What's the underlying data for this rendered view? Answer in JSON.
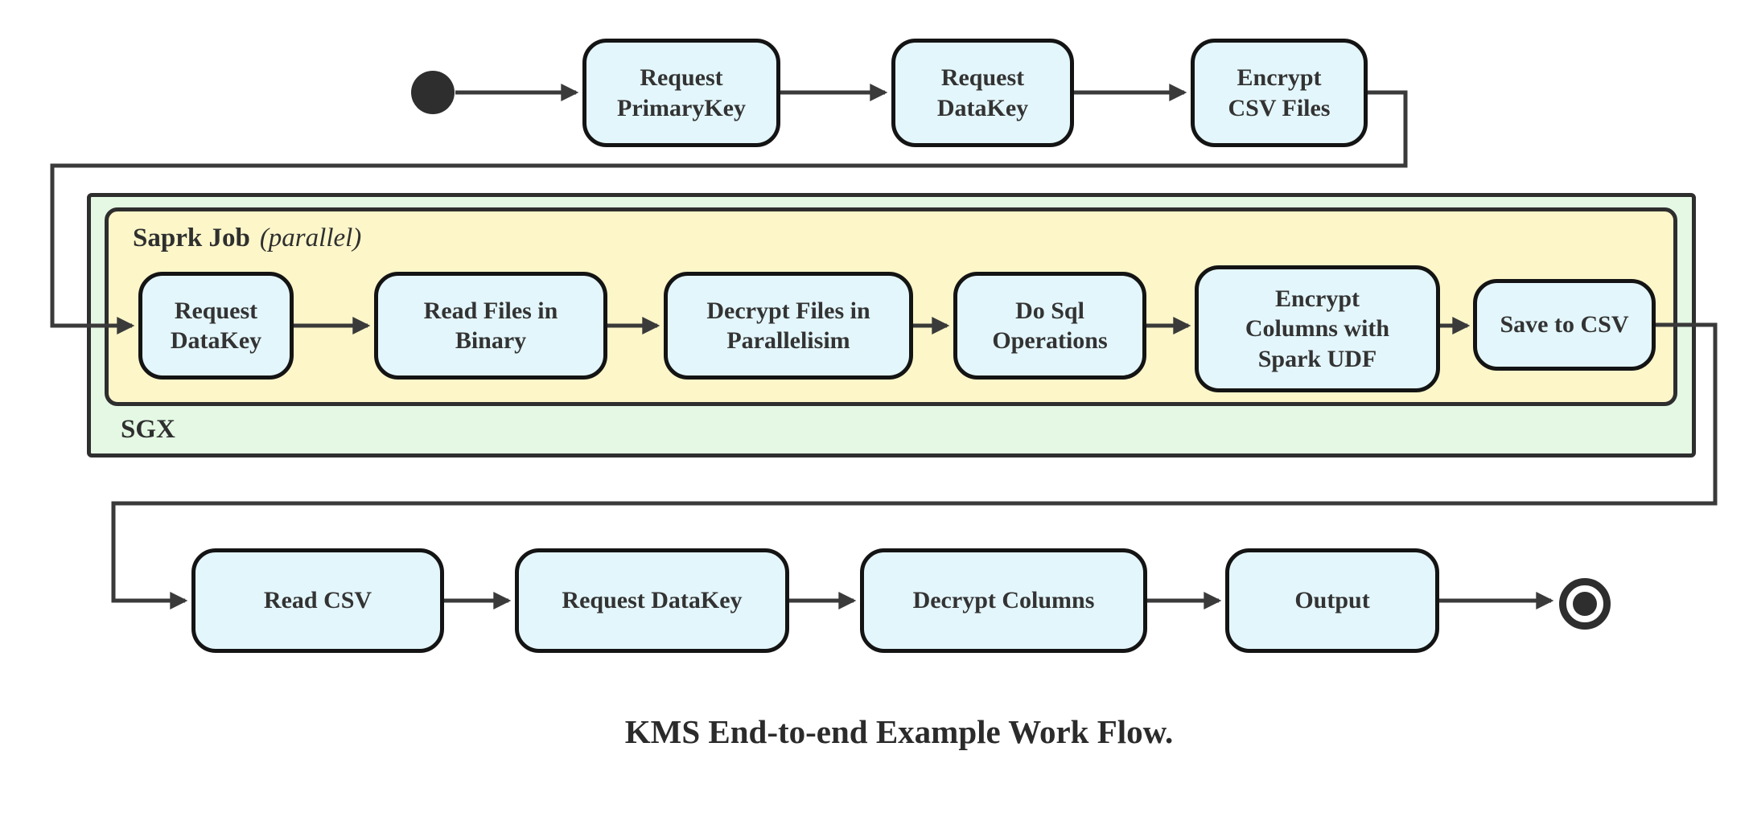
{
  "diagram": {
    "caption": "KMS End-to-end Example Work Flow.",
    "colors": {
      "node_fill": "#e3f6fb",
      "node_border": "#141414",
      "sgx_fill": "#e4f8e4",
      "spark_fill": "#fcf6c9",
      "connector": "#3a3a3a"
    },
    "top_row": [
      {
        "label": "Request\nPrimaryKey"
      },
      {
        "label": "Request\nDataKey"
      },
      {
        "label": "Encrypt\nCSV Files"
      }
    ],
    "sgx_group": {
      "label": "SGX",
      "spark_group": {
        "label": "Saprk Job",
        "qualifier": "(parallel)",
        "nodes": [
          {
            "label": "Request\nDataKey"
          },
          {
            "label": "Read Files in\nBinary"
          },
          {
            "label": "Decrypt Files in\nParallelisim"
          },
          {
            "label": "Do Sql\nOperations"
          },
          {
            "label": "Encrypt\nColumns with\nSpark UDF"
          },
          {
            "label": "Save to CSV"
          }
        ]
      }
    },
    "bottom_row": [
      {
        "label": "Read CSV"
      },
      {
        "label": "Request DataKey"
      },
      {
        "label": "Decrypt Columns"
      },
      {
        "label": "Output"
      }
    ]
  }
}
